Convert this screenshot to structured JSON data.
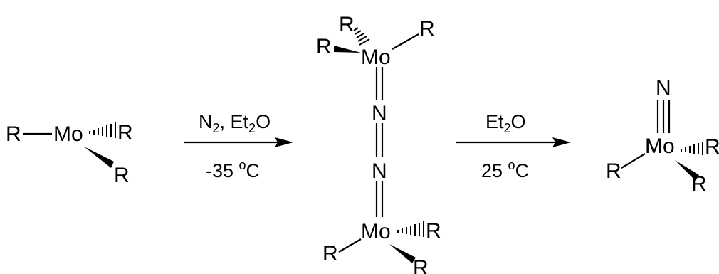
{
  "scheme": {
    "reactant": {
      "metal": "Mo",
      "ligand_left": "R",
      "ligand_hashed": "R",
      "ligand_wedged": "R"
    },
    "step1": {
      "reagent_a": "N",
      "reagent_a_sub": "2",
      "reagent_sep": ", ",
      "reagent_b": "Et",
      "reagent_b_sub": "2",
      "reagent_b_tail": "O",
      "temp_value": "-35 ",
      "temp_degree": "o",
      "temp_unit": "C"
    },
    "intermediate": {
      "top_metal": "Mo",
      "top_ligand_hashed": "R",
      "top_ligand_wedged": "R",
      "top_ligand_right": "R",
      "nitrogen_1": "N",
      "nitrogen_2": "N",
      "bottom_metal": "Mo",
      "bottom_ligand_left": "R",
      "bottom_ligand_hashed": "R",
      "bottom_ligand_wedged": "R"
    },
    "step2": {
      "solvent": "Et",
      "solvent_sub": "2",
      "solvent_tail": "O",
      "temp_value": "25 ",
      "temp_degree": "o",
      "temp_unit": "C"
    },
    "product": {
      "nitrogen": "N",
      "metal": "Mo",
      "ligand_left": "R",
      "ligand_hashed": "R",
      "ligand_wedged": "R"
    }
  }
}
